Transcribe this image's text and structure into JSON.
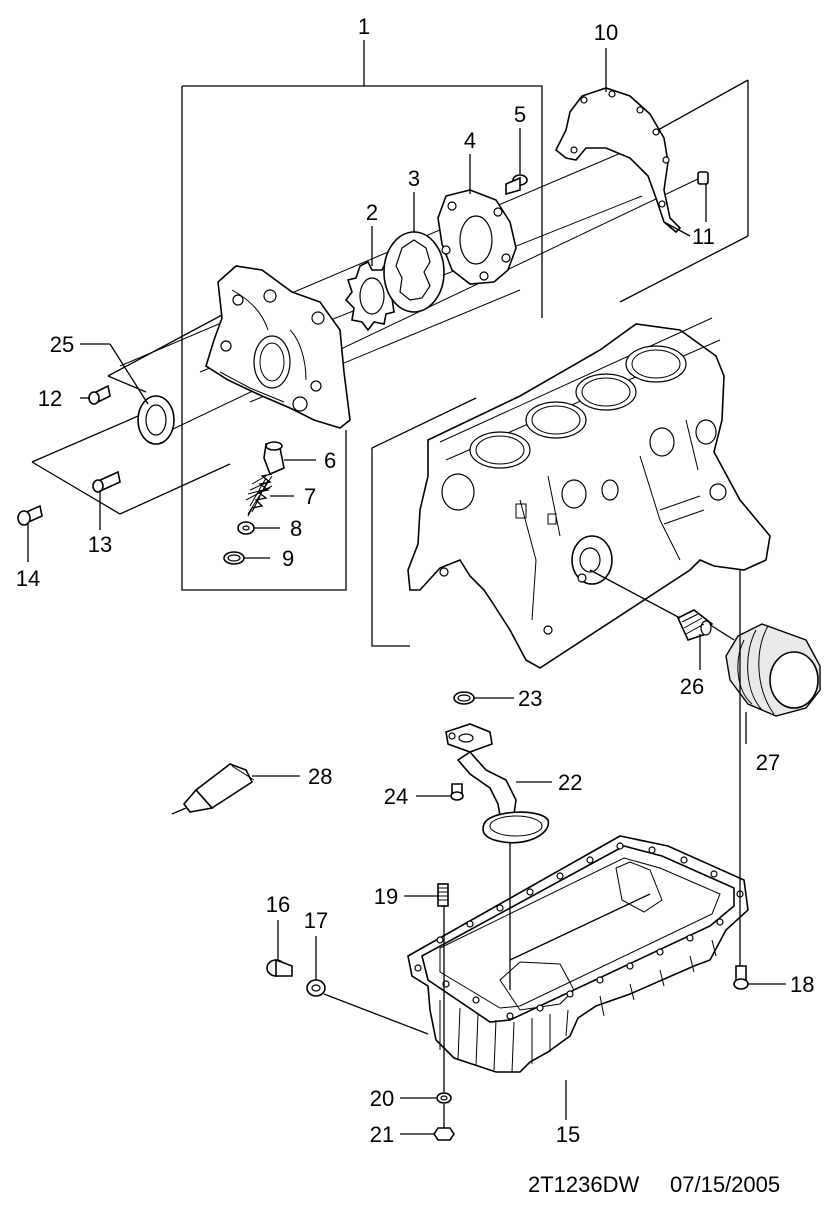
{
  "callouts": [
    {
      "num": "1"
    },
    {
      "num": "2"
    },
    {
      "num": "3"
    },
    {
      "num": "4"
    },
    {
      "num": "5"
    },
    {
      "num": "6"
    },
    {
      "num": "7"
    },
    {
      "num": "8"
    },
    {
      "num": "9"
    },
    {
      "num": "10"
    },
    {
      "num": "11"
    },
    {
      "num": "12"
    },
    {
      "num": "13"
    },
    {
      "num": "14"
    },
    {
      "num": "15"
    },
    {
      "num": "16"
    },
    {
      "num": "17"
    },
    {
      "num": "18"
    },
    {
      "num": "19"
    },
    {
      "num": "20"
    },
    {
      "num": "21"
    },
    {
      "num": "22"
    },
    {
      "num": "23"
    },
    {
      "num": "24"
    },
    {
      "num": "25"
    },
    {
      "num": "26"
    },
    {
      "num": "27"
    },
    {
      "num": "28"
    }
  ],
  "footer": {
    "code": "2T1236DW",
    "date": "07/15/2005"
  }
}
